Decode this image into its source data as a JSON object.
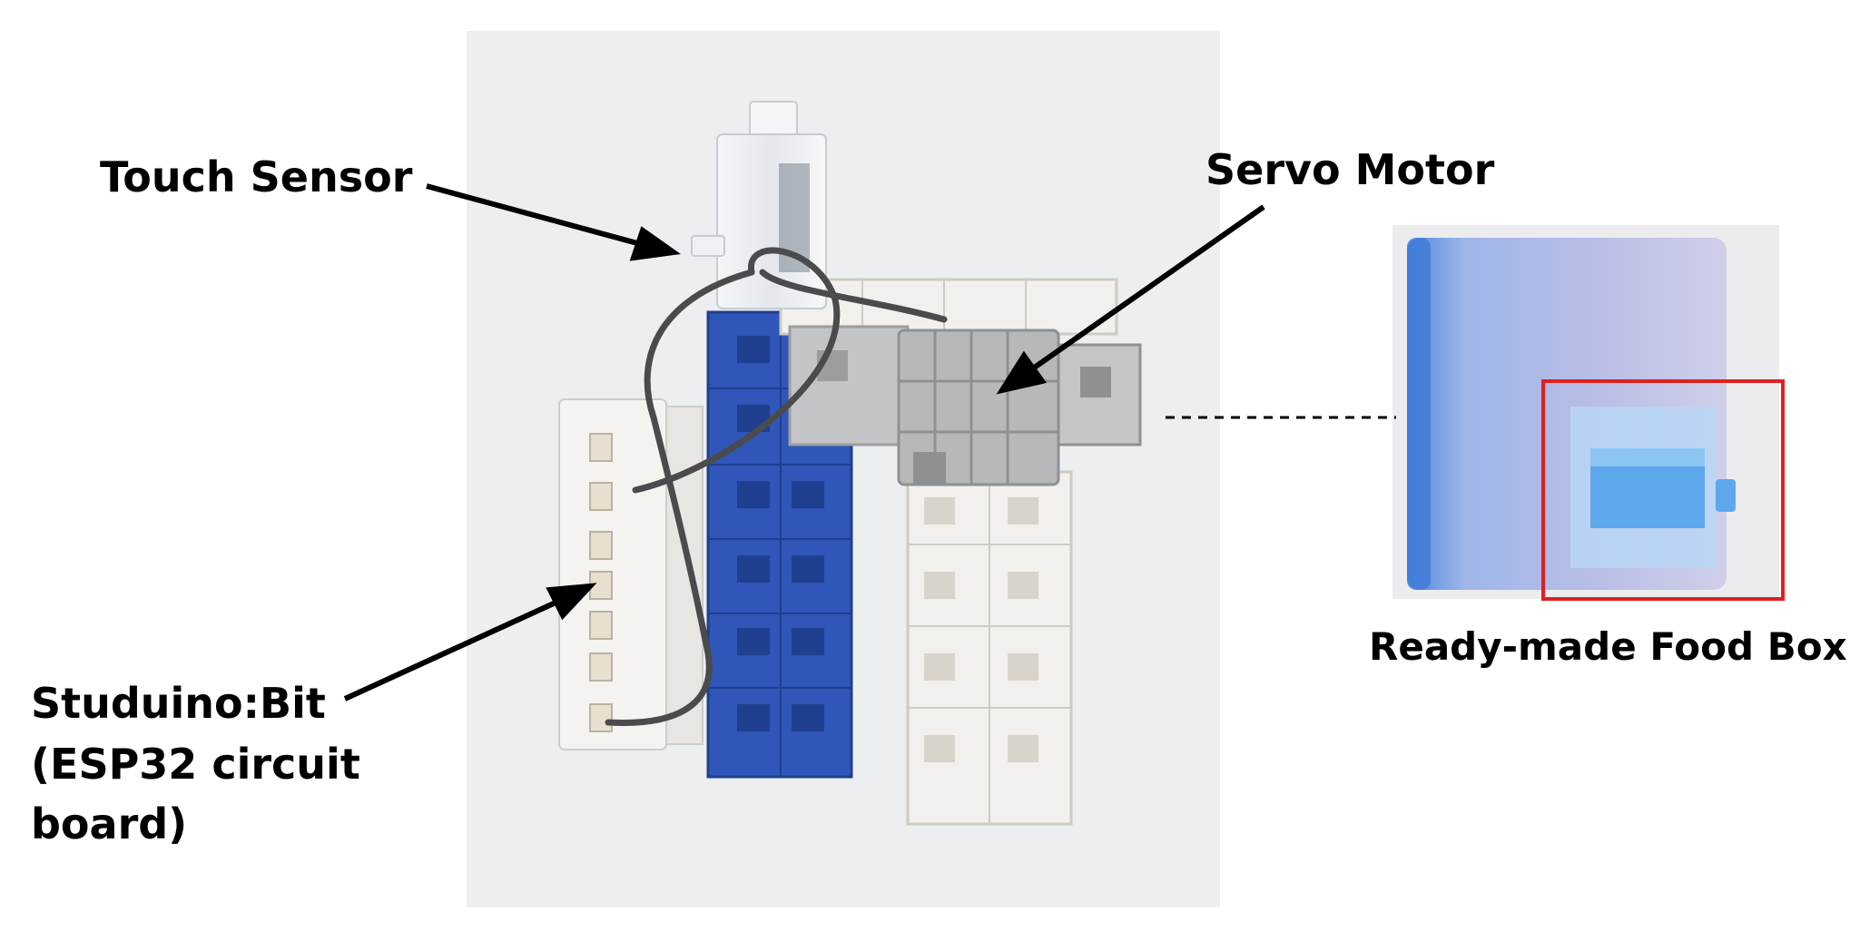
{
  "labels": {
    "touch_sensor": "Touch Sensor",
    "servo_motor": "Servo Motor",
    "board_line1": "Studuino:Bit",
    "board_line2": "(ESP32 circuit",
    "board_line3": "board)",
    "food_box": "Ready-made Food Box"
  },
  "colors": {
    "blue_blocks": "#2f56b8",
    "white_blocks": "#f2f0ec",
    "grey_servo": "#b7b8ba",
    "highlight_box": "#e0201f",
    "food_box_blue": "#5d8fe0"
  }
}
